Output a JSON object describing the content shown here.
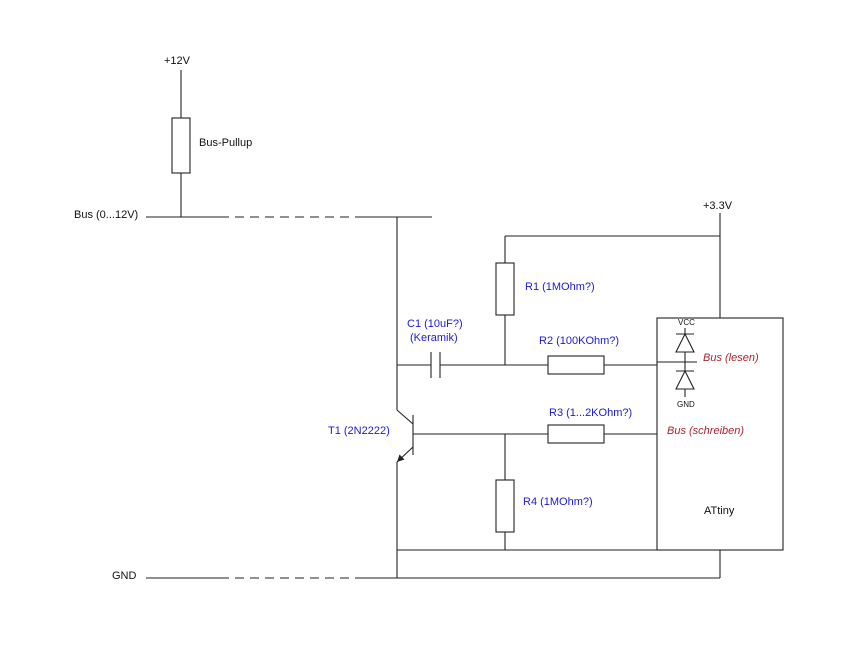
{
  "labels": {
    "plus12v": "+12V",
    "bus_pullup": "Bus-Pullup",
    "bus": "Bus (0...12V)",
    "plus33v": "+3.3V",
    "gnd": "GND",
    "r1": "R1 (1MOhm?)",
    "c1_line1": "C1 (10uF?)",
    "c1_line2": "(Keramik)",
    "r2": "R2 (100KOhm?)",
    "r3": "R3 (1...2KOhm?)",
    "t1": "T1 (2N2222)",
    "r4": "R4 (1MOhm?)",
    "chip_vcc": "VCC",
    "chip_gnd": "GND",
    "bus_lesen": "Bus (lesen)",
    "bus_schreiben": "Bus (schreiben)",
    "chip_name": "ATtiny"
  },
  "colors": {
    "wire": "#222222",
    "component_label": "#1a1ad6",
    "pin_label": "#a8242e"
  }
}
